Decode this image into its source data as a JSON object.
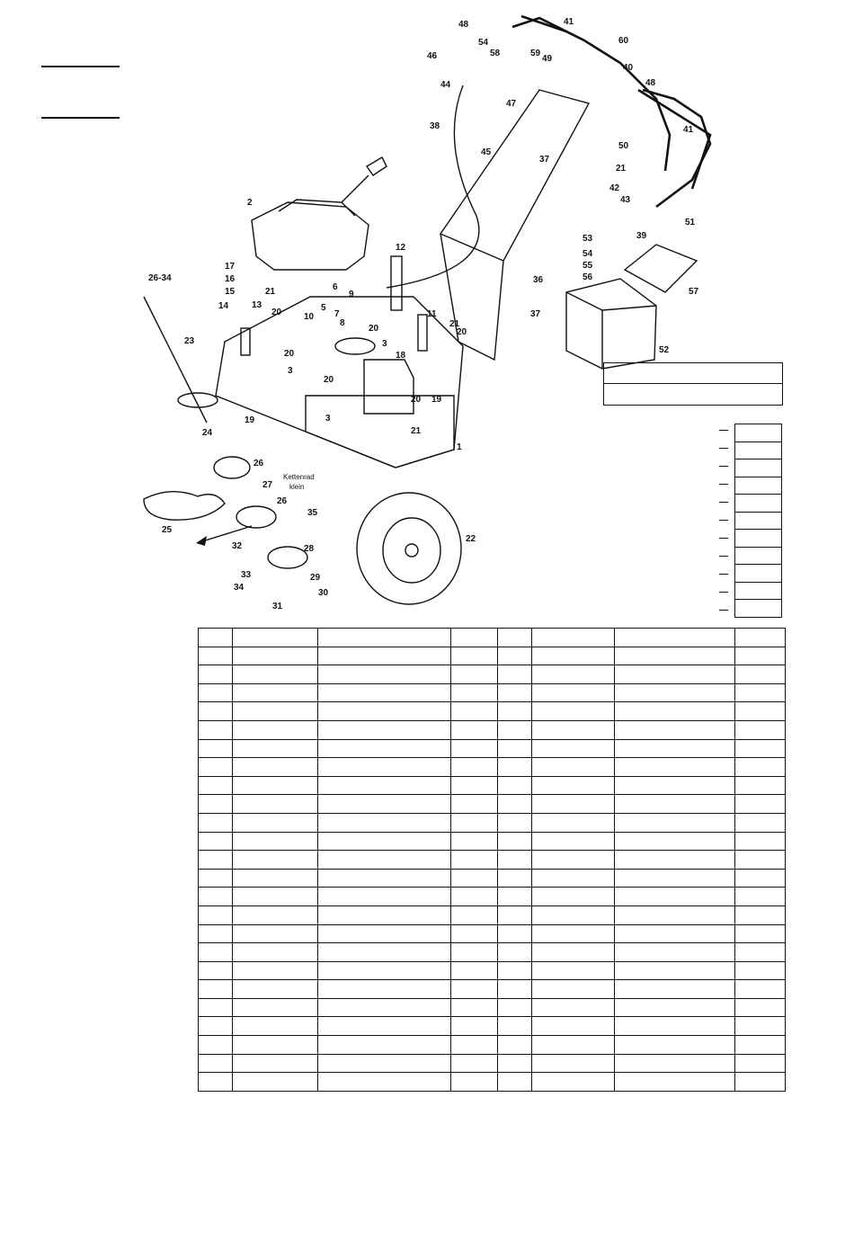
{
  "diagram": {
    "callouts": [
      "1",
      "2",
      "3",
      "3",
      "3",
      "5",
      "6",
      "7",
      "8",
      "9",
      "10",
      "11",
      "12",
      "13",
      "14",
      "15",
      "16",
      "17",
      "18",
      "19",
      "19",
      "20",
      "20",
      "20",
      "20",
      "20",
      "20",
      "21",
      "21",
      "21",
      "21",
      "22",
      "23",
      "24",
      "25",
      "26",
      "26",
      "27",
      "28",
      "29",
      "30",
      "31",
      "32",
      "33",
      "34",
      "35",
      "36",
      "37",
      "37",
      "38",
      "39",
      "40",
      "41",
      "41",
      "42",
      "43",
      "44",
      "45",
      "46",
      "47",
      "48",
      "48",
      "49",
      "50",
      "51",
      "52",
      "53",
      "54",
      "54",
      "55",
      "56",
      "57",
      "58",
      "59",
      "60",
      "26-34"
    ],
    "annotation_line1": "Kettenrad",
    "annotation_line2": "klein"
  },
  "parts_table": {
    "row_count": 25,
    "rows": []
  }
}
